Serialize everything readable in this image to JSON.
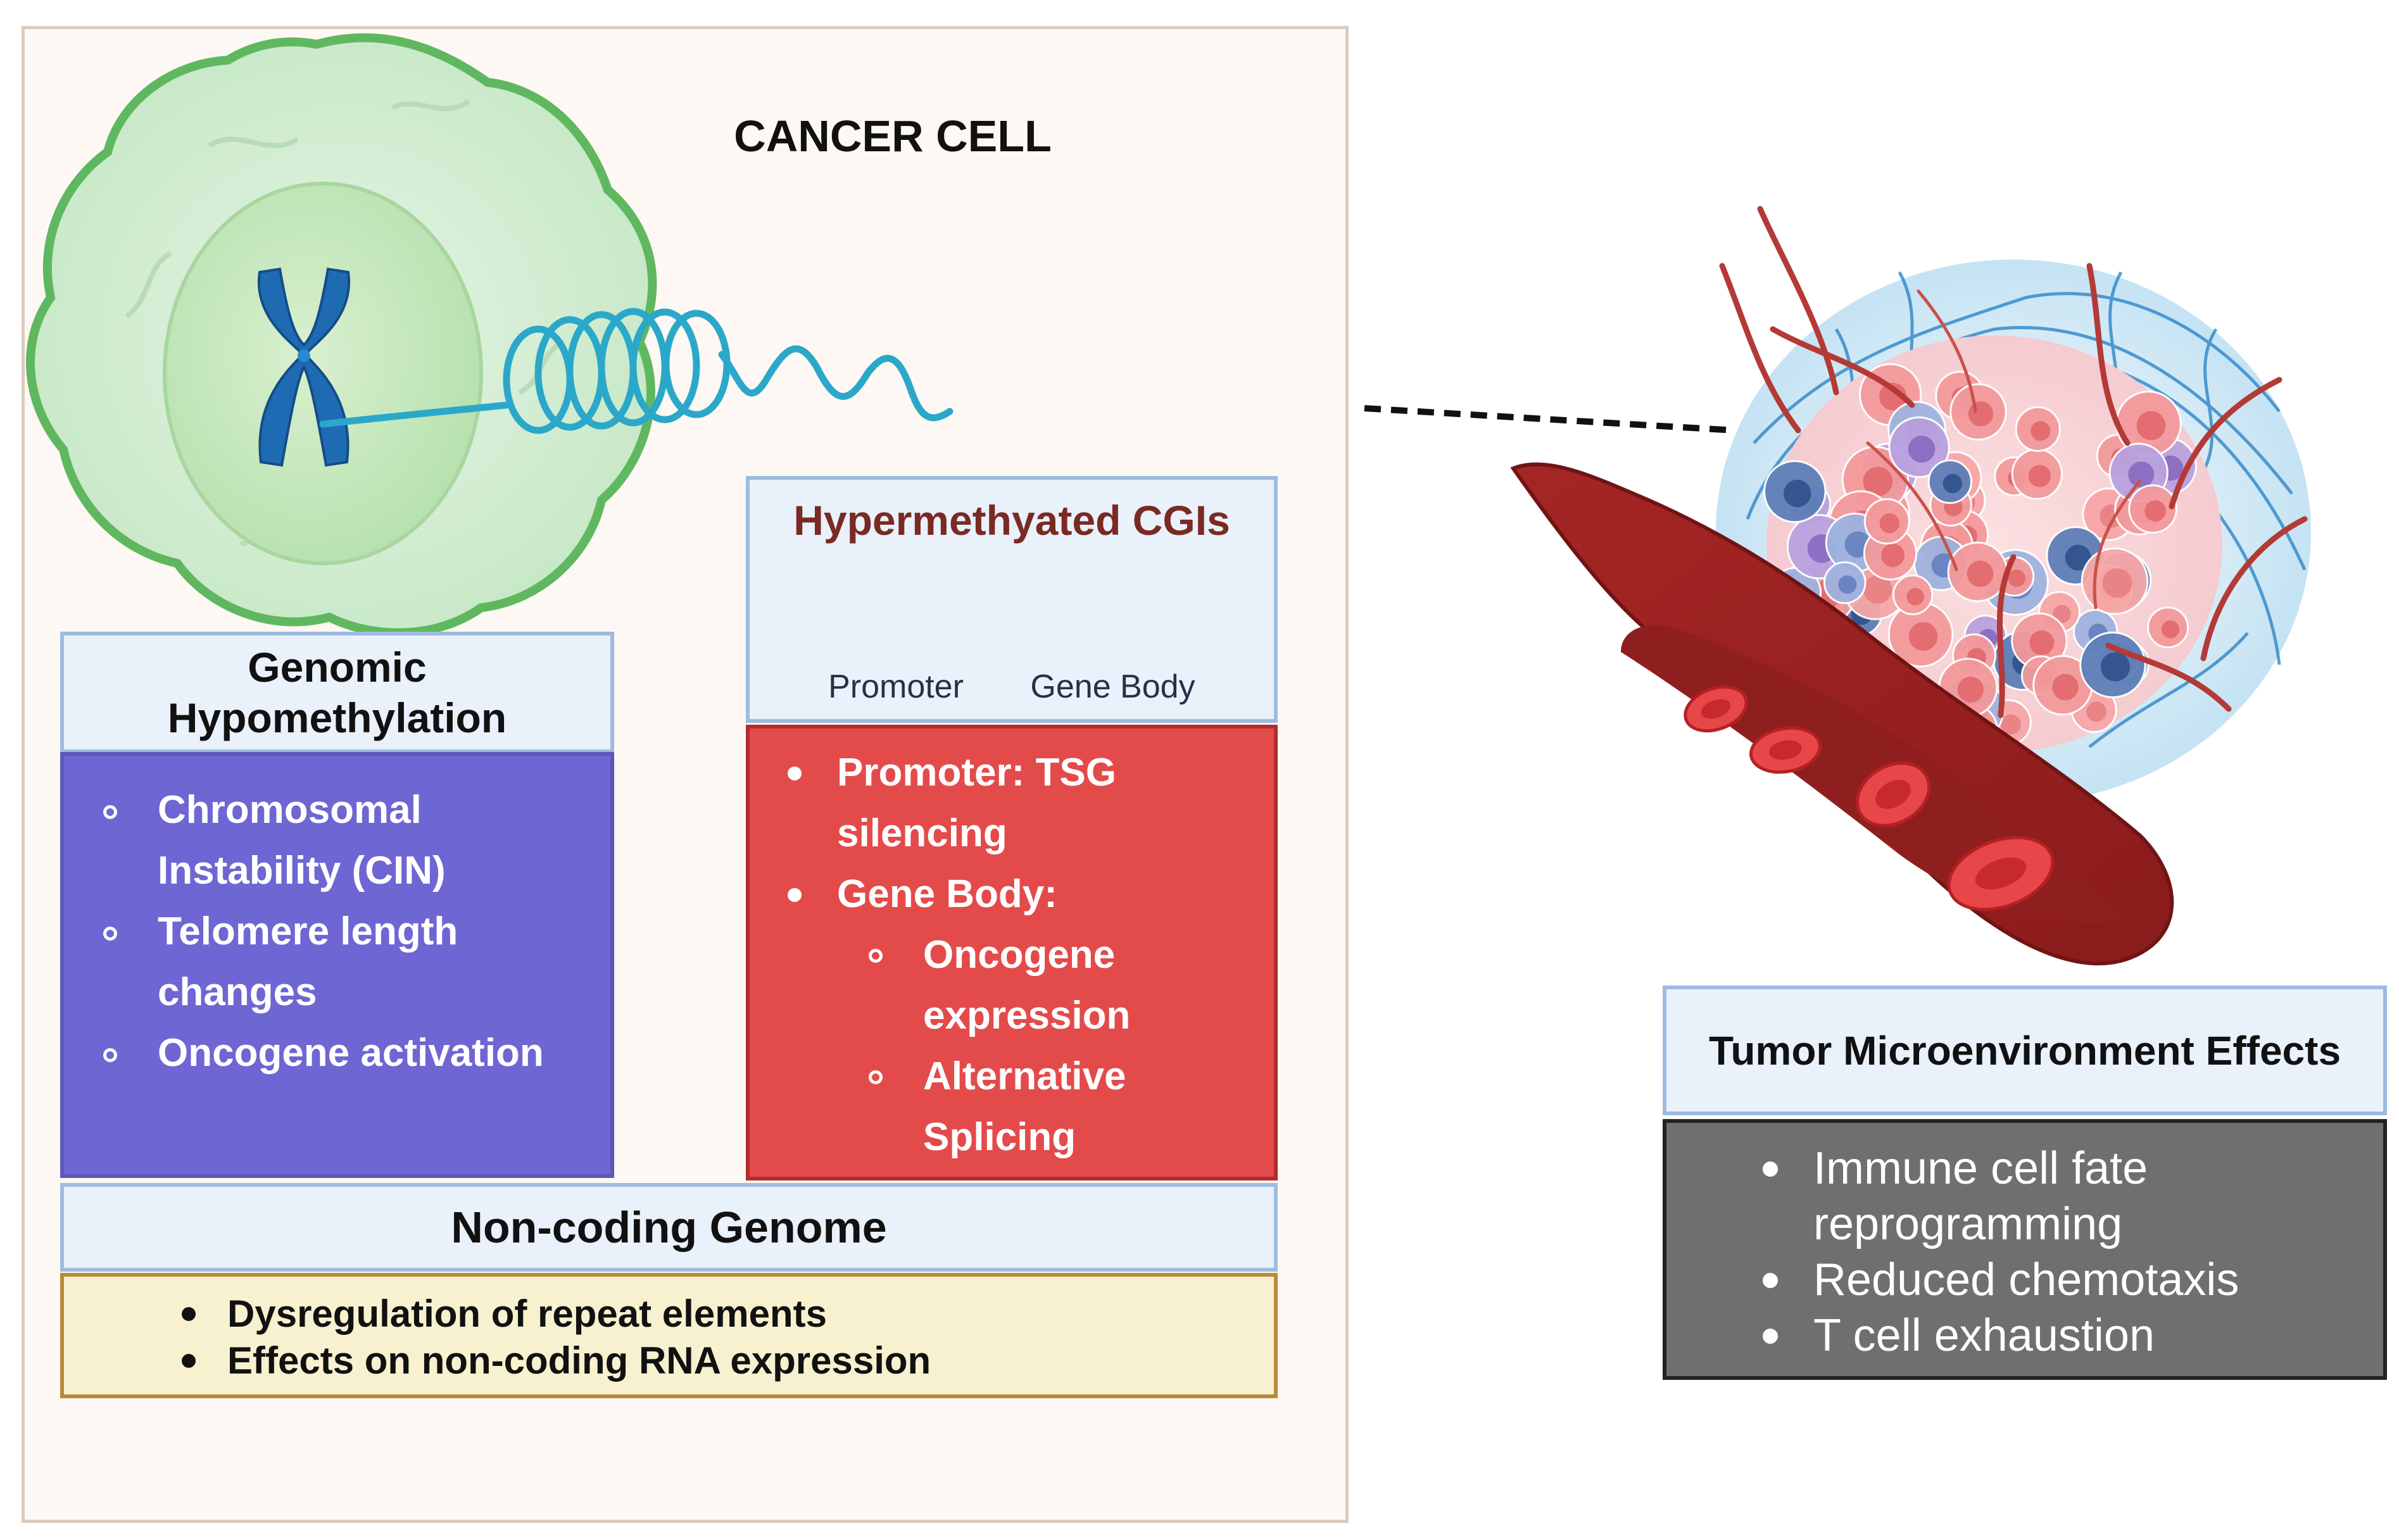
{
  "cancer_cell_title": "CANCER CELL",
  "genomic_hypomethylation": {
    "title_line1": "Genomic",
    "title_line2": "Hypomethylation",
    "items": [
      {
        "line1": "Chromosomal",
        "line2": "Instability (CIN)"
      },
      {
        "line1": "Telomere length",
        "line2": "changes"
      },
      {
        "line1": "Oncogene activation",
        "line2": ""
      }
    ]
  },
  "hypermethylated_cgis": {
    "title": "Hypermethyated CGIs",
    "promoter_label": "Promoter",
    "gene_body_label": "Gene Body",
    "items": {
      "promoter_line1": "Promoter: TSG",
      "promoter_line2": "silencing",
      "gene_body": "Gene Body:",
      "sub1_line1": "Oncogene",
      "sub1_line2": "expression",
      "sub2_line1": "Alternative",
      "sub2_line2": "Splicing"
    }
  },
  "noncoding_genome": {
    "title": "Non-coding Genome",
    "items": [
      "Dysregulation of repeat elements",
      "Effects on non-coding RNA expression"
    ]
  },
  "tme": {
    "title": "Tumor Microenvironment Effects",
    "items": [
      {
        "line1": "Immune cell fate",
        "line2": "reprogramming"
      },
      {
        "line1": "Reduced chemotaxis",
        "line2": ""
      },
      {
        "line1": "T cell exhaustion",
        "line2": ""
      }
    ]
  },
  "icons": {
    "cell": "cancer-cell-icon",
    "chromosome": "chromosome-icon",
    "dna": "dna-coil-icon",
    "methyl": "methyl-group-icon",
    "tumor": "tumor-tissue-icon",
    "vessel": "blood-vessel-icon"
  },
  "colors": {
    "hypomethylation": "#6e66d2",
    "hypermethylation": "#e34b4b",
    "noncoding": "#f7f1cf",
    "tme": "#6f6f6f",
    "header_bg": "#e9f1fb",
    "cgi_title": "#7a2a22"
  }
}
